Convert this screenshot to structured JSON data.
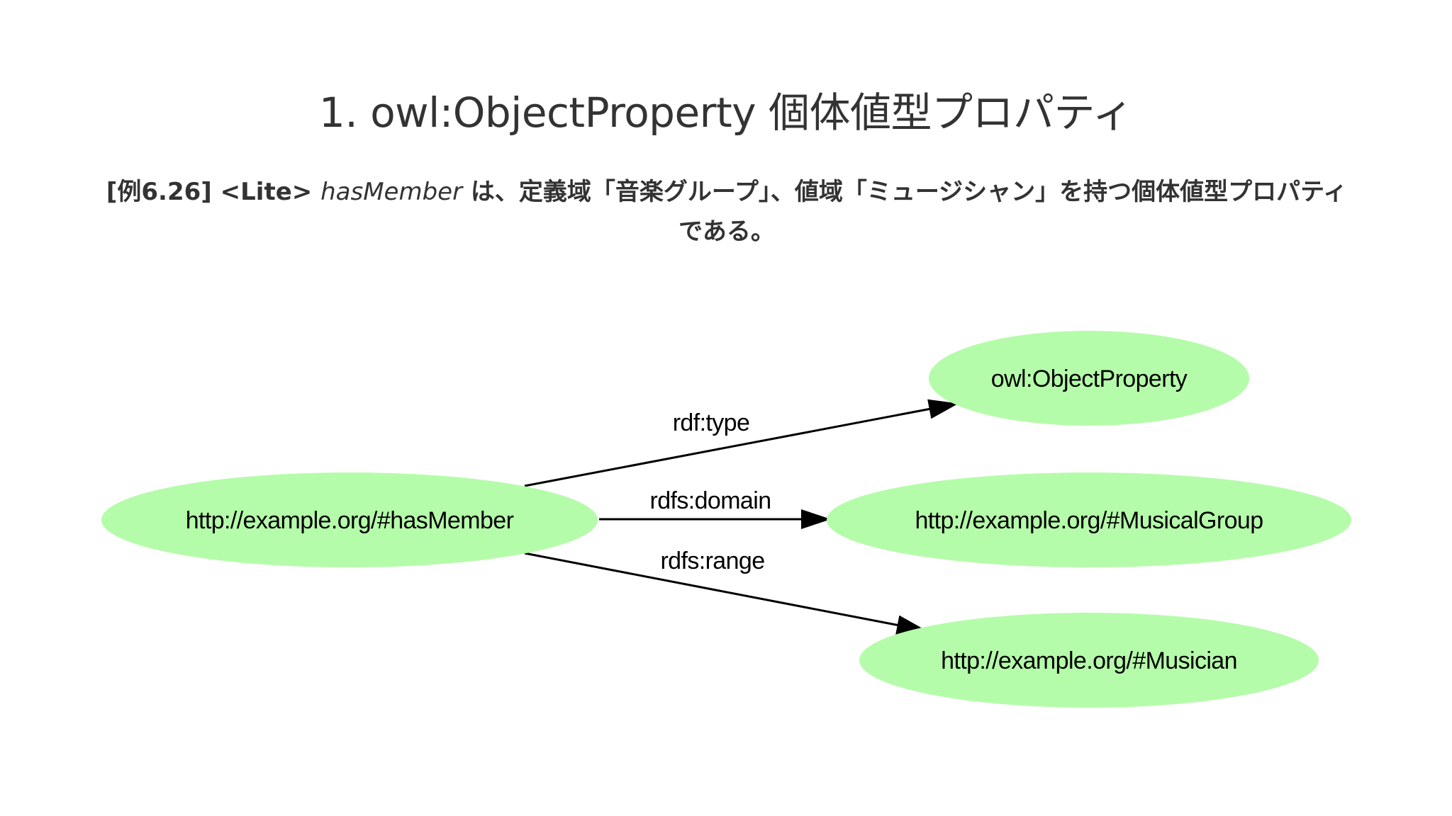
{
  "slide": {
    "title": "1. owl:ObjectProperty 個体値型プロパティ"
  },
  "caption": {
    "example_ref": "[例6.26]",
    "profile": "<Lite>",
    "term": "hasMember",
    "text": "は、定義域「音楽グループ」、値域「ミュージシャン」を持つ個体値型プロパティである。"
  },
  "diagram": {
    "node_color": "#b5fcaa",
    "nodes": {
      "subject": {
        "label": "http://example.org/#hasMember"
      },
      "type": {
        "label": "owl:ObjectProperty"
      },
      "domain": {
        "label": "http://example.org/#MusicalGroup"
      },
      "range": {
        "label": "http://example.org/#Musician"
      }
    },
    "edges": {
      "type": {
        "label": "rdf:type"
      },
      "domain": {
        "label": "rdfs:domain"
      },
      "range": {
        "label": "rdfs:range"
      }
    }
  }
}
